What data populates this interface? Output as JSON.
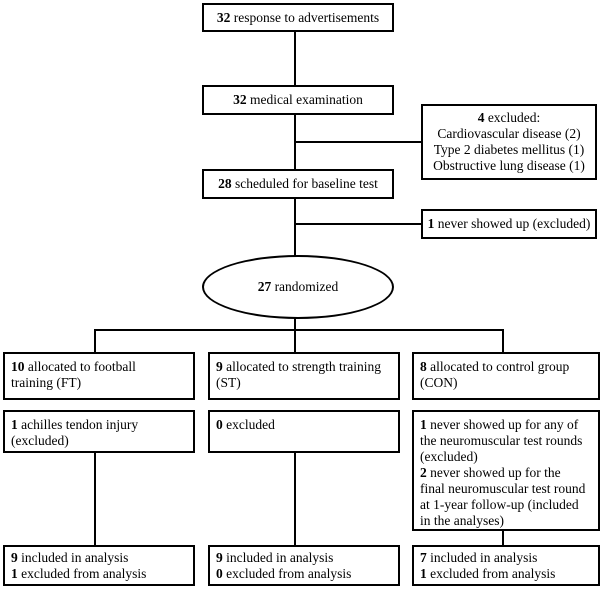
{
  "top": {
    "num": "32",
    "text": " response to advertisements"
  },
  "medical": {
    "num": "32",
    "text": " medical examination"
  },
  "excluded1": {
    "num": "4",
    "text": " excluded:",
    "items": [
      "Cardiovascular disease (2)",
      "Type 2 diabetes mellitus (1)",
      "Obstructive lung disease (1)"
    ]
  },
  "baseline": {
    "num": "28",
    "text": " scheduled for baseline test"
  },
  "noshow": {
    "num": "1",
    "text": " never showed up (excluded)"
  },
  "randomized": {
    "num": "27",
    "text": " randomized"
  },
  "groups": {
    "ft": {
      "num": "10",
      "line1": " allocated to football",
      "line2": "training (FT)"
    },
    "st": {
      "num": "9",
      "line1": " allocated to strength training",
      "line2": "(ST)"
    },
    "con": {
      "num": "8",
      "line1": " allocated to control group",
      "line2": "(CON)"
    }
  },
  "dropouts": {
    "ft": {
      "num": "1",
      "line1": " achilles tendon injury",
      "line2": "(excluded)"
    },
    "st": {
      "num": "0",
      "line1": " excluded"
    },
    "con": {
      "num1": "1",
      "line1": " never showed up for any of",
      "line2": "the neuromuscular test rounds",
      "line3": "(excluded)",
      "num2": "2",
      "line4": " never showed up for the",
      "line5": "final neuromuscular test round",
      "line6": "at 1-year follow-up (included",
      "line7": "in the analyses)"
    }
  },
  "analysis": {
    "ft": {
      "inc_num": "9",
      "inc_text": " included in analysis",
      "exc_num": "1",
      "exc_text": " excluded from analysis"
    },
    "st": {
      "inc_num": "9",
      "inc_text": " included in analysis",
      "exc_num": "0",
      "exc_text": " excluded from analysis"
    },
    "con": {
      "inc_num": "7",
      "inc_text": " included in analysis",
      "exc_num": "1",
      "exc_text": " excluded from analysis"
    }
  }
}
